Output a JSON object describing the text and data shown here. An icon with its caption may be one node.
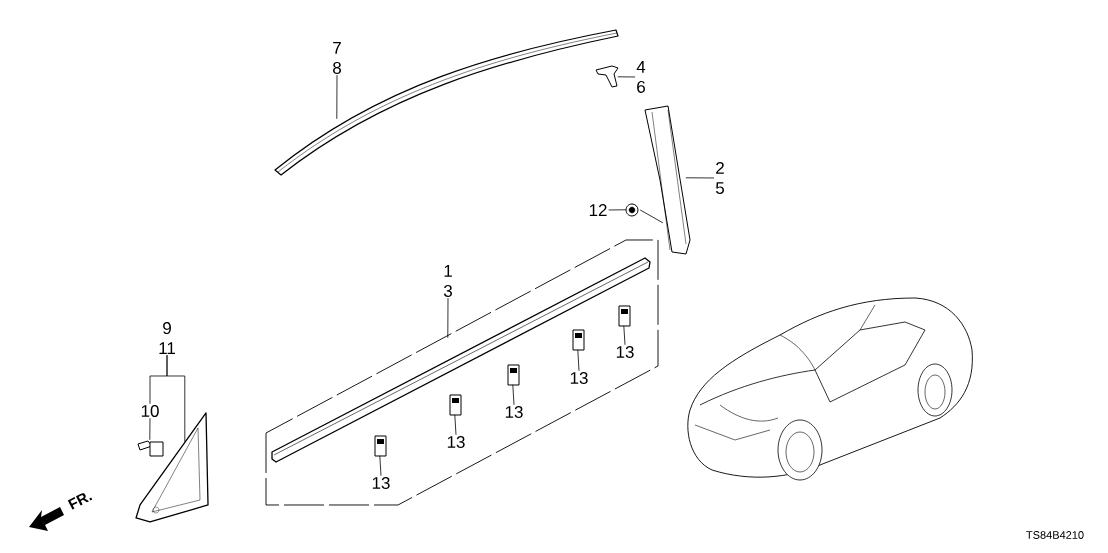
{
  "diagram": {
    "nodes": [
      {
        "text": [
          "7",
          "8"
        ]
      },
      {
        "text": [],
        "shape": "picture"
      },
      {
        "text": [
          "4",
          "6"
        ]
      },
      {
        "text": [],
        "shape": "picture"
      },
      {
        "text": [
          "2",
          "5"
        ]
      },
      {
        "text": [],
        "shape": "picture"
      },
      {
        "text": [
          "12"
        ]
      },
      {
        "text": [],
        "shape": "picture"
      },
      {
        "text": [
          "1",
          "3"
        ]
      },
      {
        "text": [],
        "shape": "box"
      },
      {
        "text": [],
        "shape": "picture",
        "in": 9
      },
      {
        "text": [
          "9",
          "11"
        ]
      },
      {
        "text": [
          "10"
        ]
      },
      {
        "text": [],
        "shape": "picture"
      },
      {
        "text": [],
        "shape": "picture"
      },
      {
        "text": [
          "13"
        ],
        "in": 9
      },
      {
        "text": [
          "13"
        ],
        "in": 9
      },
      {
        "text": [
          "13"
        ],
        "in": 9
      },
      {
        "text": [
          "13"
        ],
        "in": 9
      },
      {
        "text": [
          "13"
        ],
        "in": 9
      },
      {
        "text": [],
        "shape": "picture",
        "in": 9
      },
      {
        "text": [],
        "shape": "picture",
        "in": 9
      },
      {
        "text": [],
        "shape": "picture",
        "in": 9
      },
      {
        "text": [],
        "shape": "picture",
        "in": 9
      },
      {
        "text": [],
        "shape": "picture",
        "in": 9
      }
    ],
    "edges": [
      {
        "from": 0,
        "to": 1,
        "arrow": "none"
      },
      {
        "from": 2,
        "to": 3,
        "arrow": "none"
      },
      {
        "from": 4,
        "to": 5,
        "arrow": "none"
      },
      {
        "from": 6,
        "to": 7,
        "arrow": "none"
      },
      {
        "from": 8,
        "to": 9,
        "arrow": "none"
      },
      {
        "from": 11,
        "to": 12,
        "arrow": "none"
      },
      {
        "from": 11,
        "to": 14,
        "arrow": "none"
      },
      {
        "from": 12,
        "to": 13,
        "arrow": "none"
      },
      {
        "from": 15,
        "to": 20,
        "arrow": "none"
      },
      {
        "from": 16,
        "to": 21,
        "arrow": "none"
      },
      {
        "from": 17,
        "to": 22,
        "arrow": "none"
      },
      {
        "from": 18,
        "to": 23,
        "arrow": "none"
      },
      {
        "from": 19,
        "to": 24,
        "arrow": "none"
      },
      {
        "from": 7,
        "to": 5,
        "arrow": "none"
      }
    ],
    "labels": [
      "FR.",
      "TS84B4210"
    ]
  }
}
